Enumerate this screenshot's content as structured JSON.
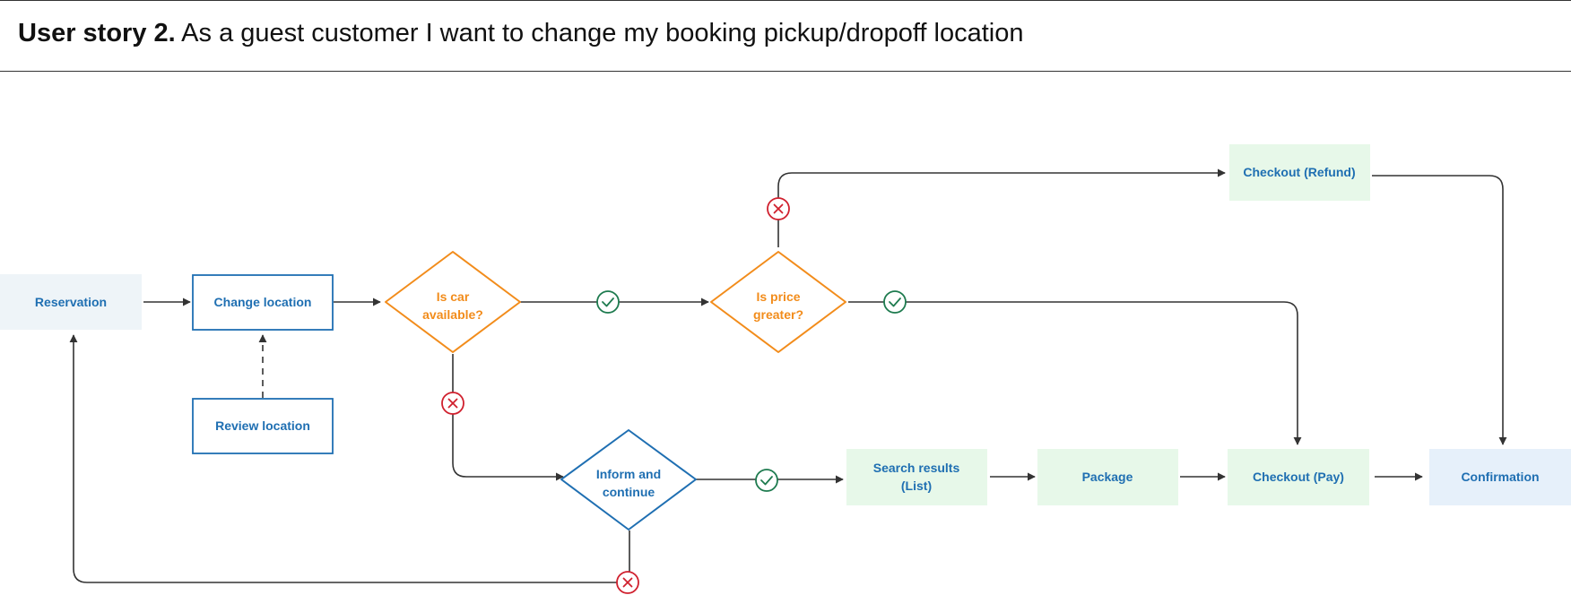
{
  "header": {
    "prefix": "User story 2.",
    "text": "As a guest customer I want to change my booking pickup/dropoff location"
  },
  "nodes": {
    "reservation": "Reservation",
    "change_location": "Change location",
    "review_location": "Review location",
    "is_car_available": [
      "Is car",
      "available?"
    ],
    "is_price_greater": [
      "Is price",
      "greater?"
    ],
    "inform_continue": [
      "Inform and",
      "continue"
    ],
    "search_results": [
      "Search results",
      "(List)"
    ],
    "package": "Package",
    "checkout_pay": "Checkout (Pay)",
    "checkout_refund": "Checkout (Refund)",
    "confirmation": "Confirmation"
  },
  "colors": {
    "blue": "#1F6FB2",
    "orange": "#F28C1B",
    "green_fill": "#E7F8E9",
    "grey_fill": "#EEF4F8",
    "light_blue_fill": "#E6F0FA",
    "yes": "#1E7B4F",
    "no": "#D0202E",
    "line": "#333333"
  }
}
